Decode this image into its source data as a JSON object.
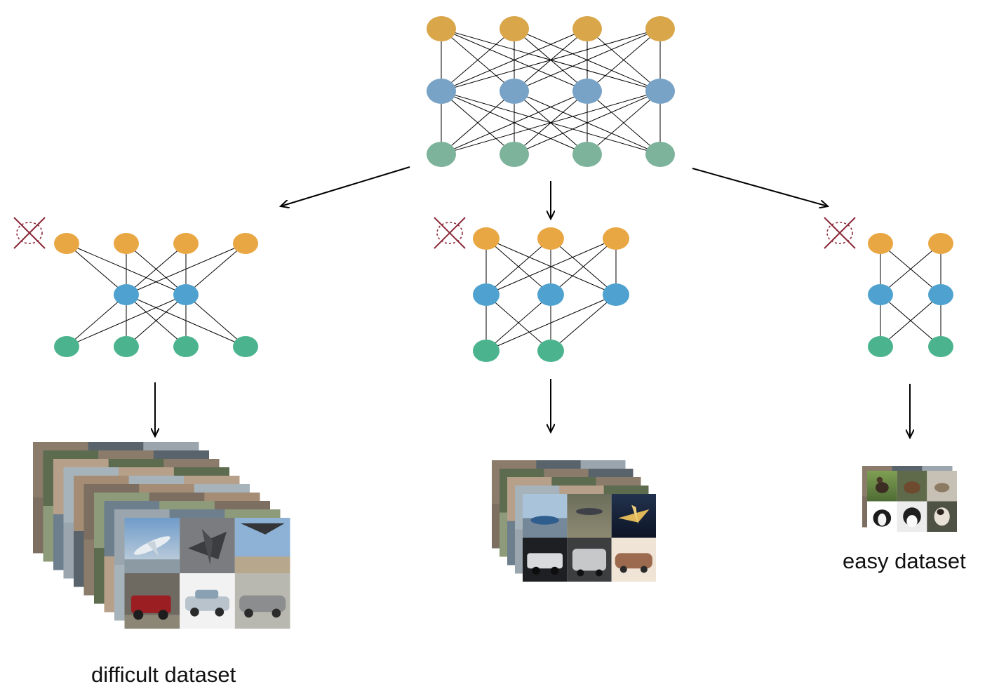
{
  "colors": {
    "top_output": "#d9a64a",
    "top_hidden": "#78a3c6",
    "top_input": "#7db39a",
    "sub_output": "#e9a744",
    "sub_hidden": "#4fa2cf",
    "sub_input": "#4bb48f",
    "edge": "#000000",
    "prune_mark": "#8b2a3a"
  },
  "networks": {
    "full": {
      "layers": [
        4,
        4,
        4
      ]
    },
    "large": {
      "layers": [
        4,
        2,
        4
      ]
    },
    "medium": {
      "layers": [
        3,
        3,
        2
      ]
    },
    "small": {
      "layers": [
        2,
        2,
        2
      ]
    }
  },
  "datasets": {
    "difficult": {
      "caption": "difficult dataset"
    },
    "medium": {
      "caption": ""
    },
    "easy": {
      "caption": "easy dataset"
    }
  },
  "icons": {
    "prune": "pruned-neuron-icon",
    "photo": "image-grid-icon"
  }
}
